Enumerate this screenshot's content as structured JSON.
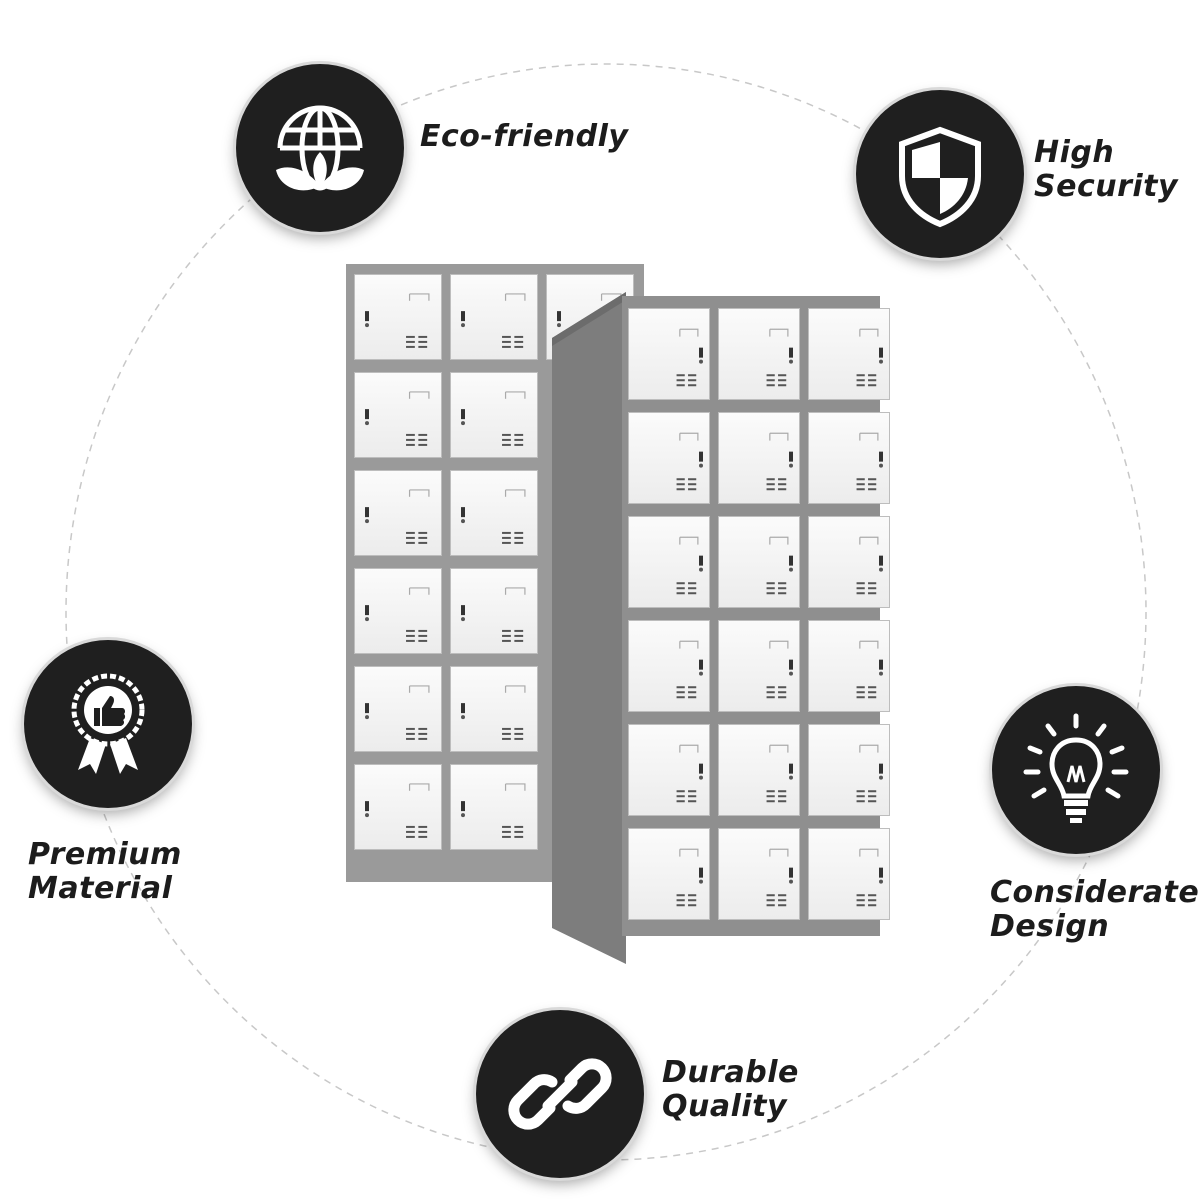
{
  "features": [
    {
      "id": "eco",
      "lines": [
        "Eco-friendly"
      ],
      "icon": "globe-leaf-icon"
    },
    {
      "id": "security",
      "lines": [
        "High",
        "Security"
      ],
      "icon": "shield-icon"
    },
    {
      "id": "premium",
      "lines": [
        "Premium",
        "Material"
      ],
      "icon": "award-ribbon-thumbs-up-icon"
    },
    {
      "id": "design",
      "lines": [
        "Considerate",
        "Design"
      ],
      "icon": "lightbulb-icon"
    },
    {
      "id": "durable",
      "lines": [
        "Durable",
        "Quality"
      ],
      "icon": "chain-link-icon"
    }
  ],
  "product": {
    "name": "locker-cabinet",
    "rows": 6,
    "columns": 3
  },
  "colors": {
    "badge": "#1f1f1f",
    "cabinet_frame": "#8c8c8c",
    "door": "#f5f5f5",
    "circle_line": "#c8c8c8"
  }
}
